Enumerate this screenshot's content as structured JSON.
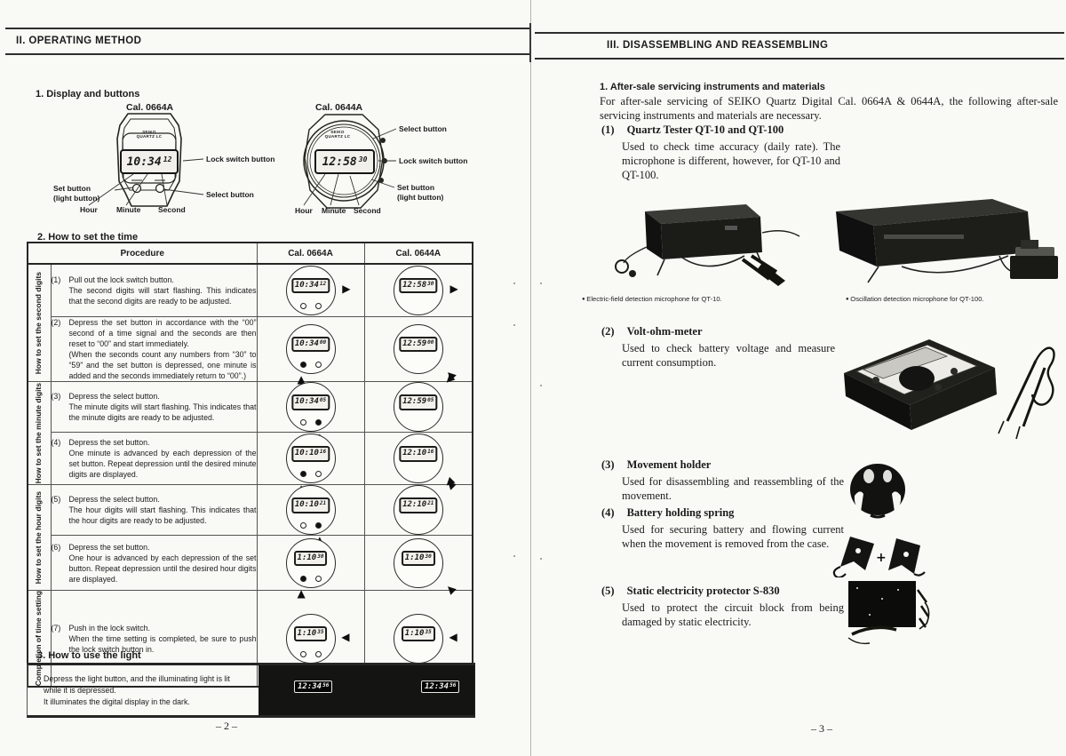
{
  "left_page": {
    "header_title": "II.  OPERATING METHOD",
    "page_number": "– 2 –",
    "display_section": {
      "title": "1.  Display and buttons",
      "watch_0664a": {
        "caliber": "Cal. 0664A",
        "brand_line1": "SEIKO",
        "brand_line2": "QUARTZ LC",
        "time": "10:34",
        "seconds": "12",
        "label_lock": "Lock switch button",
        "label_set_1": "Set button",
        "label_set_2": "(light button)",
        "label_select": "Select button",
        "label_hour": "Hour",
        "label_minute": "Minute",
        "label_second": "Second"
      },
      "watch_0644a": {
        "caliber": "Cal. 0644A",
        "brand_line1": "SEIKO",
        "brand_line2": "QUARTZ LC",
        "time": "12:58",
        "seconds": "30",
        "label_select": "Select button",
        "label_lock": "Lock switch button",
        "label_set_1": "Set button",
        "label_set_2": "(light button)",
        "label_hour": "Hour",
        "label_minute": "Minute",
        "label_second": "Second"
      }
    },
    "time_table": {
      "title": "2.  How to set the time",
      "headers": {
        "procedure": "Procedure",
        "cal1": "Cal. 0664A",
        "cal2": "Cal. 0644A"
      },
      "groups": [
        "How to set the second digits",
        "How to set the minute digits",
        "How to set the hour digits",
        "Completion of time setting"
      ],
      "rows": [
        {
          "num": "(1)",
          "text": "Pull out the lock switch button.\nThe second digits will start flashing. This indicates that the second digits are ready to be adjusted.",
          "t1": "10:34",
          "s1": "12",
          "t2": "12:58",
          "s2": "30"
        },
        {
          "num": "(2)",
          "text": "Depress the set button in accordance with the “00” second of a time signal and the seconds are then reset to “00” and start immediately.\n(When the seconds count any numbers from “30” to “59” and the set button is depressed, one minute is added and the seconds immediately return to “00”.)",
          "t1": "10:34",
          "s1": "00",
          "t2": "12:59",
          "s2": "00"
        },
        {
          "num": "(3)",
          "text": "Depress the select button.\nThe minute digits will start flashing. This indicates that the minute digits are ready to be adjusted.",
          "t1": "10:34",
          "s1": "05",
          "t2": "12:59",
          "s2": "05"
        },
        {
          "num": "(4)",
          "text": "Depress the set button.\nOne minute is advanced by each depression of the set button. Repeat depression until the desired minute digits are displayed.",
          "t1": "10:10",
          "s1": "16",
          "t2": "12:10",
          "s2": "16"
        },
        {
          "num": "(5)",
          "text": "Depress the select button.\nThe hour digits will start flashing. This indicates that the hour digits are ready to be adjusted.",
          "t1": "10:10",
          "s1": "21",
          "t2": "12:10",
          "s2": "21"
        },
        {
          "num": "(6)",
          "text": "Depress the set button.\nOne hour is advanced by each depression of the set button. Repeat depression until the desired hour digits are displayed.",
          "t1": "1:10",
          "s1": "30",
          "t2": "1:10",
          "s2": "30"
        },
        {
          "num": "(7)",
          "text": "Push in the lock switch.\nWhen the time setting is completed, be sure to push the lock switch button in.",
          "t1": "1:10",
          "s1": "35",
          "t2": "1:10",
          "s2": "35"
        }
      ]
    },
    "light_section": {
      "title": "3.  How to use the light",
      "text": "Depress the light button, and the illuminating light is lit while it is depressed.\nIt illuminates the digital display in the dark.",
      "lcd1_time": "12:34",
      "lcd1_sec": "56",
      "lcd2_time": "12:34",
      "lcd2_sec": "56"
    }
  },
  "right_page": {
    "header_title": "III.  DISASSEMBLING AND REASSEMBLING",
    "page_number": "– 3 –",
    "intro_heading": "1.  After-sale servicing instruments and materials",
    "intro_text": "For after-sale servicing of SEIKO Quartz Digital Cal. 0664A & 0644A, the following after-sale servicing instruments and materials are necessary.",
    "items": [
      {
        "num": "(1)",
        "title": "Quartz Tester QT-10 and QT-100",
        "body": "Used to check time accuracy (daily rate). The microphone is different, however, for QT-10 and QT-100."
      },
      {
        "num": "(2)",
        "title": "Volt-ohm-meter",
        "body": "Used to check battery voltage and measure current consumption."
      },
      {
        "num": "(3)",
        "title": "Movement holder",
        "body": "Used for disassembling and reassembling of the movement."
      },
      {
        "num": "(4)",
        "title": "Battery holding spring",
        "body": "Used for securing battery and flowing current when the movement is removed from the case."
      },
      {
        "num": "(5)",
        "title": "Static electricity protector S-830",
        "body": "Used to protect the circuit block from being damaged by static electricity."
      }
    ],
    "captions": {
      "qt10": "Electric-field detection microphone for QT-10.",
      "qt100": "Oscillation detection microphone for QT-100."
    },
    "spring_plus": "+"
  }
}
